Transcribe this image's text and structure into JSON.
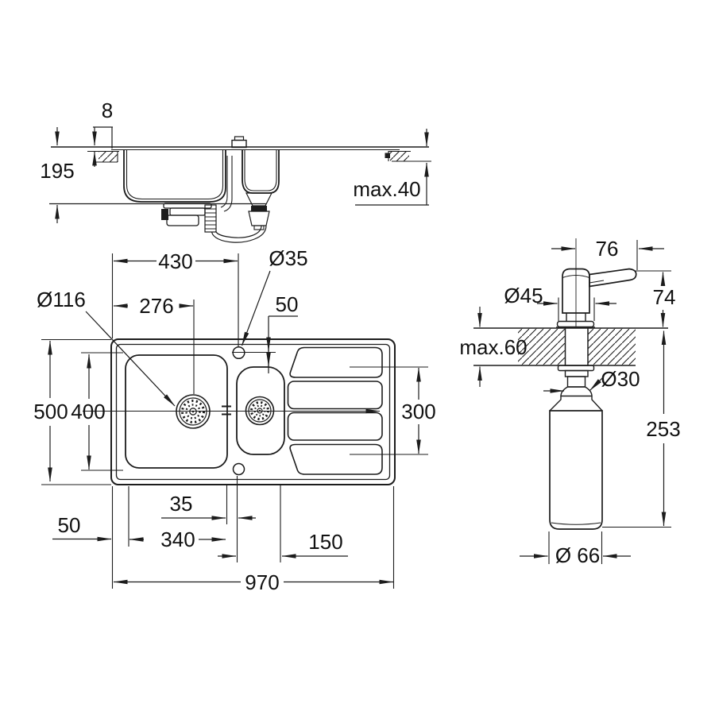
{
  "drawing": {
    "side_view": {
      "rim_height": "8",
      "bowl_depth": "195",
      "worktop_max": "max.40"
    },
    "plan_view": {
      "hole_offset_x": "430",
      "hole_diameter": "Ø35",
      "drain_diameter": "Ø116",
      "drain_offset_x": "276",
      "hole_offset_y": "50",
      "overall_depth": "500",
      "bowl_depth": "400",
      "drainer_depth": "300",
      "hole_gap": "35",
      "edge_margin": "50",
      "bowl_width": "340",
      "hole_to_drainer": "150",
      "overall_length": "970"
    },
    "dispenser_view": {
      "spout_length": "76",
      "flange_diameter": "Ø45",
      "height_above_deck": "74",
      "deck_max": "max.60",
      "shaft_diameter": "Ø30",
      "depth_below_deck": "253",
      "bottle_diameter": "Ø 66"
    }
  }
}
